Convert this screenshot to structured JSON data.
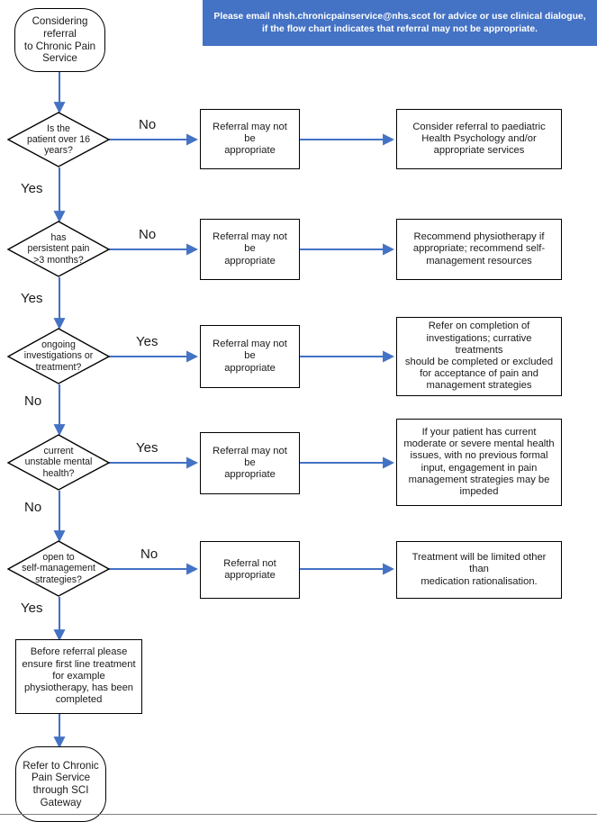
{
  "banner": {
    "text": "Please email nhsh.chronicpainservice@nhs.scot for advice or use clinical dialogue, if the flow chart indicates that referral may not be appropriate.",
    "background_color": "#4472C4",
    "text_color": "#FFFFFF"
  },
  "colors": {
    "connector": "#4472C4",
    "node_border": "#000000",
    "node_fill": "#FFFFFF",
    "text": "#1A1A1A"
  },
  "chart_data": {
    "type": "diagram",
    "title": "Chronic Pain Service referral flow chart",
    "nodes": [
      {
        "id": "start",
        "shape": "terminal",
        "label": "Considering referral to Chronic Pain Service"
      },
      {
        "id": "d1",
        "shape": "decision",
        "label": "Is the patient over 16 years?"
      },
      {
        "id": "p1",
        "shape": "process",
        "label": "Referral may not be appropriate"
      },
      {
        "id": "o1",
        "shape": "process",
        "label": "Consider referral to paediatric Health Psychology and/or appropriate services"
      },
      {
        "id": "d2",
        "shape": "decision",
        "label": "has persistent pain >3 months?"
      },
      {
        "id": "p2",
        "shape": "process",
        "label": "Referral may not be appropriate"
      },
      {
        "id": "o2",
        "shape": "process",
        "label": "Recommend physiotherapy if appropriate; recommend self-management resources"
      },
      {
        "id": "d3",
        "shape": "decision",
        "label": "ongoing investigations or treatment?"
      },
      {
        "id": "p3",
        "shape": "process",
        "label": "Referral may not be appropriate"
      },
      {
        "id": "o3",
        "shape": "process",
        "label": "Refer on completion of investigations; currative treatments should be completed or excluded for acceptance of pain and management strategies"
      },
      {
        "id": "d4",
        "shape": "decision",
        "label": "current unstable mental health?"
      },
      {
        "id": "p4",
        "shape": "process",
        "label": "Referral may not be appropriate"
      },
      {
        "id": "o4",
        "shape": "process",
        "label": "If your patient has current moderate or severe mental health issues, with no previous formal input, engagement in pain management strategies may be impeded"
      },
      {
        "id": "d5",
        "shape": "decision",
        "label": "open to self-management strategies?"
      },
      {
        "id": "p5",
        "shape": "process",
        "label": "Referral not appropriate"
      },
      {
        "id": "o5",
        "shape": "process",
        "label": "Treatment will be limited other than medication rationalisation."
      },
      {
        "id": "pre",
        "shape": "process",
        "label": "Before referral please ensure first line treatment for example physiotherapy, has been completed"
      },
      {
        "id": "end",
        "shape": "terminal",
        "label": "Refer to Chronic Pain Service through SCI Gateway"
      }
    ],
    "edges": [
      {
        "from": "start",
        "to": "d1",
        "label": ""
      },
      {
        "from": "d1",
        "to": "p1",
        "label": "No"
      },
      {
        "from": "p1",
        "to": "o1",
        "label": ""
      },
      {
        "from": "d1",
        "to": "d2",
        "label": "Yes"
      },
      {
        "from": "d2",
        "to": "p2",
        "label": "No"
      },
      {
        "from": "p2",
        "to": "o2",
        "label": ""
      },
      {
        "from": "d2",
        "to": "d3",
        "label": "Yes"
      },
      {
        "from": "d3",
        "to": "p3",
        "label": "Yes"
      },
      {
        "from": "p3",
        "to": "o3",
        "label": ""
      },
      {
        "from": "d3",
        "to": "d4",
        "label": "No"
      },
      {
        "from": "d4",
        "to": "p4",
        "label": "Yes"
      },
      {
        "from": "p4",
        "to": "o4",
        "label": ""
      },
      {
        "from": "d4",
        "to": "d5",
        "label": "No"
      },
      {
        "from": "d5",
        "to": "p5",
        "label": "No"
      },
      {
        "from": "p5",
        "to": "o5",
        "label": ""
      },
      {
        "from": "d5",
        "to": "pre",
        "label": "Yes"
      },
      {
        "from": "pre",
        "to": "end",
        "label": ""
      }
    ]
  },
  "nodes": {
    "start": {
      "label": "Considering referral\nto Chronic Pain\nService"
    },
    "d1": {
      "label": "Is the\npatient over 16\nyears?"
    },
    "p1": {
      "label": "Referral may not be\nappropriate"
    },
    "o1": {
      "label": "Consider referral to paediatric\nHealth Psychology and/or\nappropriate services"
    },
    "d2": {
      "label": "has\npersistent pain\n>3 months?"
    },
    "p2": {
      "label": "Referral may not be\nappropriate"
    },
    "o2": {
      "label": "Recommend physiotherapy if\nappropriate; recommend self-\nmanagement resources"
    },
    "d3": {
      "label": "ongoing\ninvestigations or\ntreatment?"
    },
    "p3": {
      "label": "Referral may not be\nappropriate"
    },
    "o3": {
      "label": "Refer on completion of\ninvestigations; currative treatments\nshould be completed or excluded\nfor acceptance of pain and\nmanagement strategies"
    },
    "d4": {
      "label": "current\nunstable mental\nhealth?"
    },
    "p4": {
      "label": "Referral may not be\nappropriate"
    },
    "o4": {
      "label": "If your patient has current\nmoderate or severe mental health\nissues, with no previous formal\ninput, engagement in pain\nmanagement strategies may be\nimpeded"
    },
    "d5": {
      "label": "open to\nself-management\nstrategies?"
    },
    "p5": {
      "label": "Referral not\nappropriate"
    },
    "o5": {
      "label": "Treatment will be limited other than\nmedication rationalisation."
    },
    "pre": {
      "label": "Before referral please\nensure first line treatment\nfor example\nphysiotherapy, has been\ncompleted"
    },
    "end": {
      "label": "Refer to Chronic\nPain Service\nthrough SCI\nGateway"
    }
  },
  "edge_labels": {
    "e1_no": "No",
    "e1_yes": "Yes",
    "e2_no": "No",
    "e2_yes": "Yes",
    "e3_yes": "Yes",
    "e3_no": "No",
    "e4_yes": "Yes",
    "e4_no": "No",
    "e5_no": "No",
    "e5_yes": "Yes"
  }
}
